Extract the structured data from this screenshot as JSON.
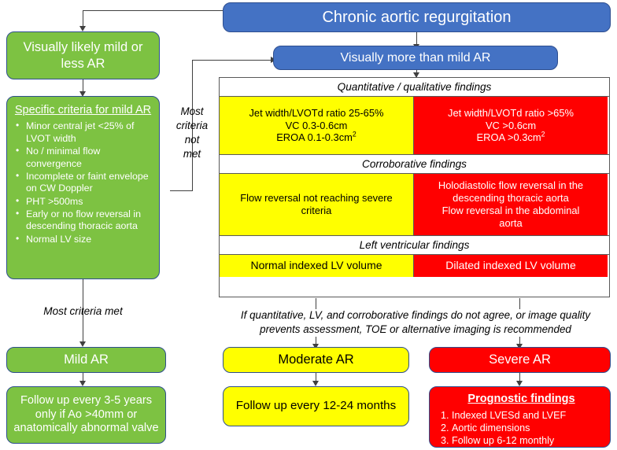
{
  "title": "Chronic aortic regurgitation algorithm",
  "colors": {
    "green": "#7DC242",
    "yellow": "#FFFF00",
    "red": "#FF0000",
    "blue": "#4472C4",
    "box_border": "#2E4E8F",
    "table_border": "#595959",
    "connector": "#404040"
  },
  "nodes": {
    "root": "Chronic aortic regurgitation",
    "more_than_mild": "Visually more than mild AR",
    "likely_mild": "Visually likely mild or less AR",
    "mild_ar": "Mild AR",
    "mild_followup": "Follow up every 3-5 years only if Ao >40mm or anatomically abnormal valve",
    "moderate_ar": "Moderate AR",
    "moderate_followup": "Follow up every 12-24 months",
    "severe_ar": "Severe AR"
  },
  "criteria_box": {
    "heading": "Specific criteria for mild AR",
    "items": [
      "Minor central jet <25% of LVOT width",
      "No / minimal flow convergence",
      "Incomplete or faint envelope on CW Doppler",
      "PHT >500ms",
      "Early or no flow reversal in descending thoracic aorta",
      "Normal LV size"
    ]
  },
  "prognostic_box": {
    "heading": "Prognostic findings",
    "items": [
      "Indexed LVESd and LVEF",
      "Aortic dimensions",
      "Follow up 6-12 monthly"
    ]
  },
  "edge_labels": {
    "most_criteria_not_met": "Most\ncriteria\nnot\nmet",
    "most_criteria_met": "Most criteria met"
  },
  "footnote": "If quantitative, LV, and corroborative findings do not agree, or image quality prevents assessment, TOE or alternative imaging is recommended",
  "findings_table": {
    "sections": [
      {
        "header": "Quantitative / qualitative findings",
        "moderate": "Jet width/LVOTd ratio 25-65%\nVC 0.3-0.6cm\nEROA 0.1-0.3cm2",
        "moderate_lines": [
          "Jet width/LVOTd ratio 25-65%",
          "VC 0.3-0.6cm",
          "EROA 0.1-0.3cm",
          "2"
        ],
        "severe_lines": [
          "Jet width/LVOTd ratio >65%",
          "VC >0.6cm",
          "EROA >0.3cm",
          "2"
        ]
      },
      {
        "header": "Corroborative findings",
        "moderate": "Flow reversal not reaching severe criteria",
        "severe": "Holodiastolic flow reversal in the descending thoracic aorta\nFlow reversal in the abdominal aorta"
      },
      {
        "header": "Left ventricular findings",
        "moderate": "Normal indexed LV volume",
        "severe": "Dilated indexed LV volume"
      }
    ],
    "q_header": "Quantitative / qualitative findings",
    "q_mod_l1": "Jet width/LVOTd ratio 25-65%",
    "q_mod_l2": "VC 0.3-0.6cm",
    "q_mod_l3a": "EROA 0.1-0.3cm",
    "q_mod_l3b": "2",
    "q_sev_l1": "Jet width/LVOTd ratio >65%",
    "q_sev_l2": "VC >0.6cm",
    "q_sev_l3a": "EROA >0.3cm",
    "q_sev_l3b": "2",
    "c_header": "Corroborative findings",
    "c_mod": "Flow reversal not reaching severe criteria",
    "c_sev_l1": "Holodiastolic flow reversal in the",
    "c_sev_l2": "descending thoracic aorta",
    "c_sev_l3": "Flow reversal in the abdominal",
    "c_sev_l4": "aorta",
    "lv_header": "Left ventricular findings",
    "lv_mod": "Normal indexed LV volume",
    "lv_sev": "Dilated indexed LV volume"
  }
}
